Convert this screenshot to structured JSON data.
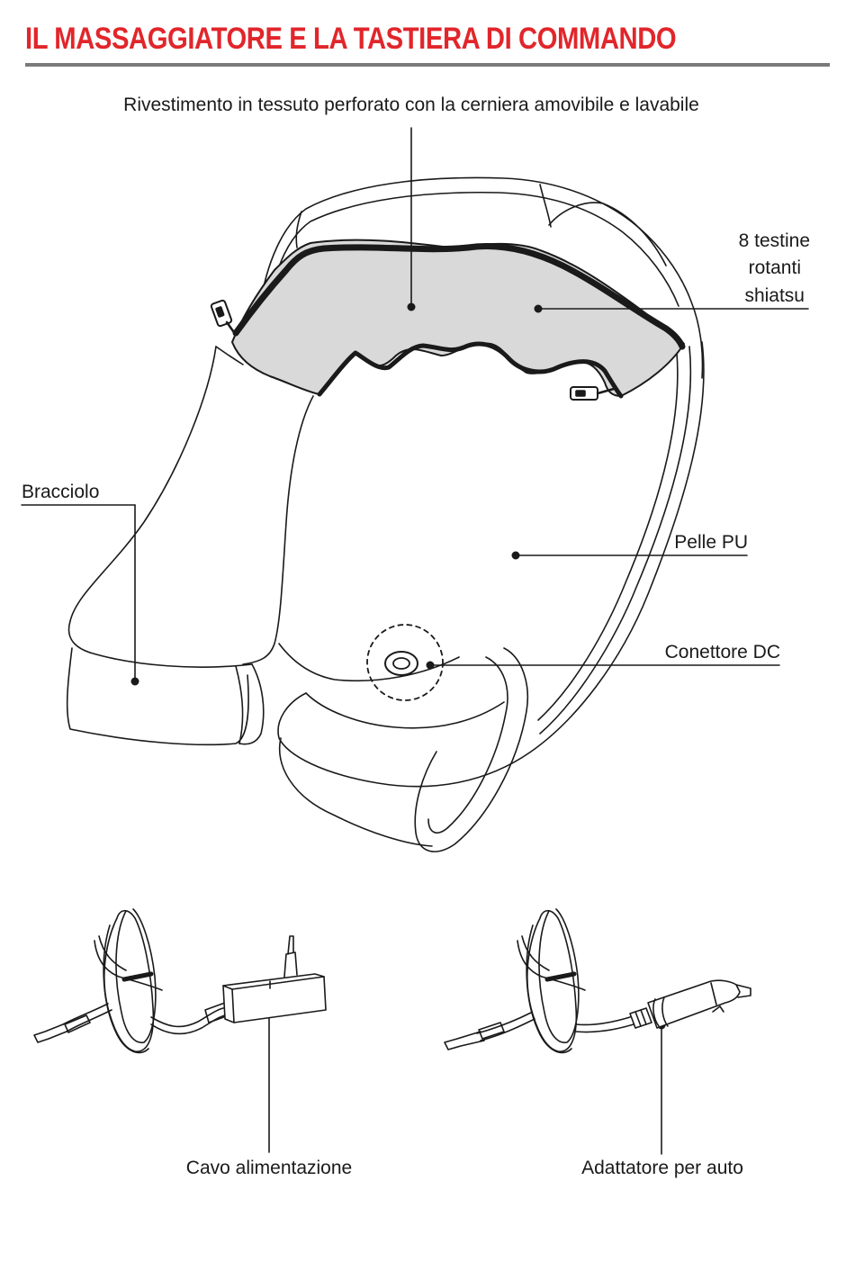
{
  "header": {
    "title": "IL MASSAGGIATORE E LA TASTIERA DI COMMANDO",
    "title_color": "#e1262b",
    "rule_color": "#7a7a7a"
  },
  "labels": {
    "cover": "Rivestimento in tessuto perforato con la cerniera amovibile e lavabile",
    "heads_line1": "8 testine",
    "heads_line2": "rotanti",
    "heads_line3": "shiatsu",
    "armrest": "Bracciolo",
    "leather": "Pelle PU",
    "dc_connector": "Conettore DC",
    "power_cable": "Cavo alimentazione",
    "car_adapter": "Adattatore per auto"
  },
  "colors": {
    "line": "#1a1a1a",
    "cover_fill": "#d9d9d9"
  }
}
